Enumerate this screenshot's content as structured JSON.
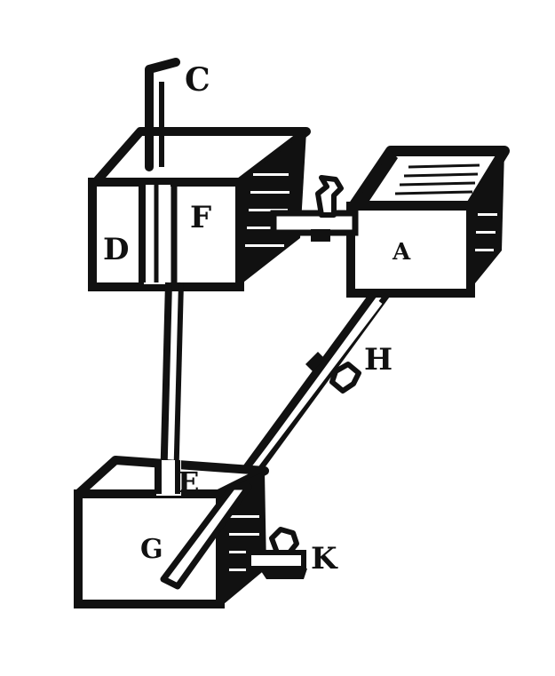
{
  "labels": {
    "c": "C",
    "d": "D",
    "f": "F",
    "a": "A",
    "h": "H",
    "e": "E",
    "g": "G",
    "k": "K"
  },
  "colors": {
    "ink": "#111111",
    "paper": "#ffffff"
  }
}
